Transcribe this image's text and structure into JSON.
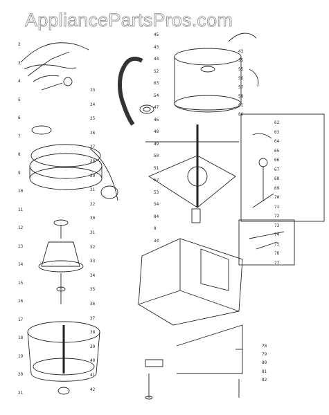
{
  "watermark": "AppliancePartsPros.com",
  "labels": {
    "col_left": [
      "2",
      "3",
      "4",
      "5",
      "6",
      "7",
      "8",
      "9",
      "10",
      "11",
      "12",
      "13",
      "14",
      "15",
      "16",
      "17",
      "18",
      "19",
      "20",
      "21"
    ],
    "col_a": [
      "23",
      "24",
      "25",
      "26",
      "27",
      "28",
      "29",
      "21",
      "22",
      "30",
      "31",
      "32",
      "33",
      "34",
      "35",
      "36",
      "37",
      "38",
      "39",
      "40",
      "41",
      "42"
    ],
    "col_b": [
      "45",
      "43",
      "44",
      "52",
      "63",
      "54",
      "47",
      "46",
      "48",
      "49",
      "50",
      "51",
      "52",
      "53",
      "54",
      "84",
      "8",
      "34"
    ],
    "col_c": [
      "43",
      "35",
      "55",
      "56",
      "57",
      "58",
      "61",
      "86"
    ],
    "col_d": [
      "62",
      "63",
      "64",
      "65",
      "66",
      "67",
      "68",
      "69",
      "70",
      "71",
      "72",
      "73",
      "74",
      "75",
      "76",
      "77"
    ],
    "col_e": [
      "78",
      "79",
      "80",
      "81",
      "82"
    ]
  }
}
